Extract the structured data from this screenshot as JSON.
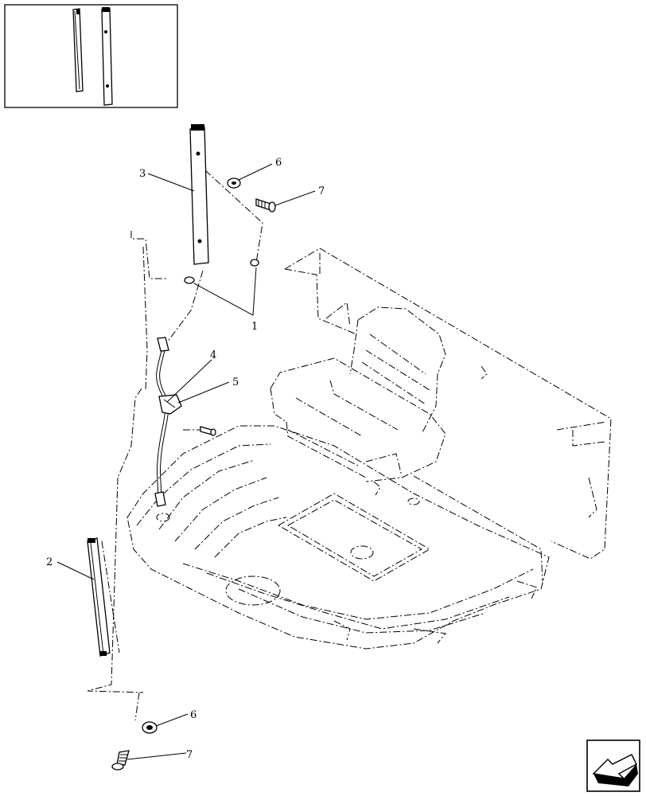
{
  "callouts": {
    "c1": "1",
    "c2": "2",
    "c3": "3",
    "c4": "4",
    "c5": "5",
    "c6_top": "6",
    "c7_top": "7",
    "c6_bottom": "6",
    "c7_bottom": "7"
  },
  "nav_icon": "arrow-icon"
}
